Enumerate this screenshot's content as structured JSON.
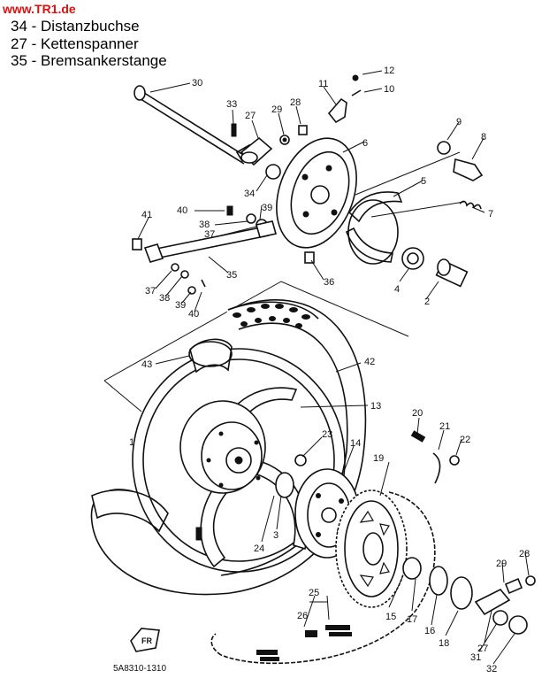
{
  "watermark": "www.TR1.de",
  "legend": [
    {
      "num": "34",
      "name": "Distanzbuchse",
      "text": "34 - Distanzbuchse"
    },
    {
      "num": "27",
      "name": "Kettenspanner",
      "text": "27 - Kettenspanner"
    },
    {
      "num": "35",
      "name": "Bremsankerstange",
      "text": "35 - Bremsankerstange"
    }
  ],
  "diagram_code": "5A8310-1310",
  "front_marker": "FR",
  "callouts": [
    "30",
    "33",
    "27",
    "29",
    "28",
    "11",
    "12",
    "10",
    "9",
    "8",
    "6",
    "5",
    "7",
    "4",
    "2",
    "34",
    "39",
    "40",
    "41",
    "38",
    "37",
    "35",
    "36",
    "37",
    "38",
    "39",
    "40",
    "43",
    "42",
    "13",
    "1",
    "23",
    "14",
    "19",
    "20",
    "21",
    "22",
    "24",
    "3",
    "15",
    "17",
    "16",
    "18",
    "29",
    "28",
    "27",
    "31",
    "32",
    "25",
    "26"
  ]
}
